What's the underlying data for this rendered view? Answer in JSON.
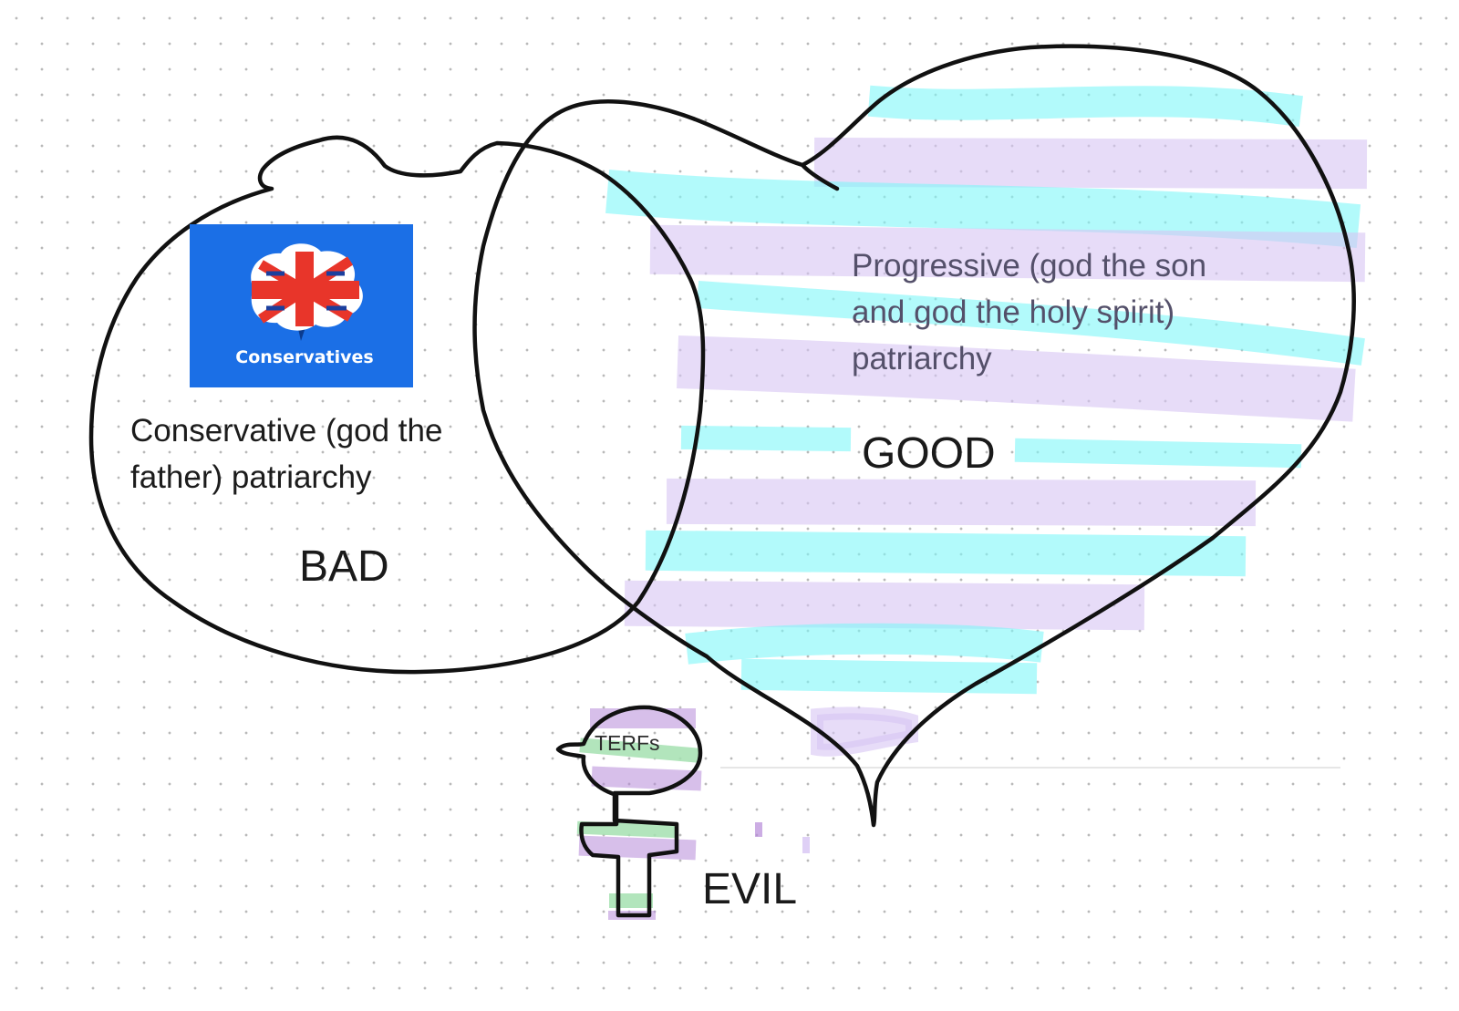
{
  "bad_side": {
    "description": "Conservative (god the father) patriarchy",
    "description_lines": [
      "Conservative (god the",
      "father) patriarchy"
    ],
    "verdict": "BAD",
    "logo_text": "Conservatives"
  },
  "good_side": {
    "description": "Progressive (god the son and god the holy spirit) patriarchy",
    "description_lines": [
      "Progressive (god the son",
      "and god the holy spirit)",
      "patriarchy"
    ],
    "verdict": "GOOD"
  },
  "small_figure": {
    "label": "TERFs",
    "verdict": "EVIL"
  },
  "colors": {
    "outline": "#111111",
    "flag_blue": "#1b6fe6",
    "union_red": "#e8352a",
    "highlight_cyan": "#7ef6f8",
    "highlight_lavender": "#d7c4f4",
    "highlight_green": "#a4e0b0",
    "highlight_purple": "#b68ad9"
  },
  "icons": [
    "conservatives-party-logo",
    "union-jack-tree-icon",
    "venus-symbol-outline"
  ]
}
